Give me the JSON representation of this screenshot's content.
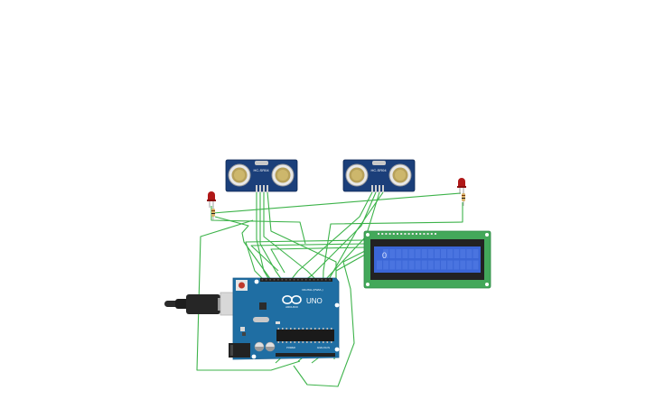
{
  "sensors": [
    {
      "model": "HC-SR04"
    },
    {
      "model": "HC-SR04"
    }
  ],
  "arduino": {
    "brand": "ARDUINO",
    "model": "UNO",
    "digital_label": "DIGITAL (PWM~)",
    "analog_label": "ANALOG IN",
    "power_label": "POWER"
  },
  "lcd": {
    "text": "0"
  },
  "colors": {
    "wire": "#3db34a",
    "board": "#1f6ea3",
    "sensor": "#1b3f7a",
    "lcd_pcb": "#43a85a",
    "lcd_screen": "#3b66d6",
    "led": "#b01818"
  }
}
